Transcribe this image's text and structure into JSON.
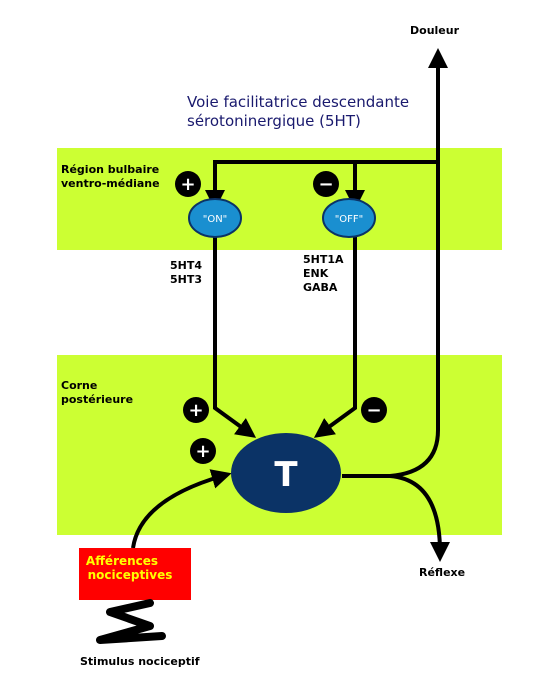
{
  "colors": {
    "band": "#ccff33",
    "cell": "#1a8fd0",
    "t_neuron": "#0b3366",
    "afferent_box": "#ff0000",
    "afferent_text": "#ffff00",
    "line": "#000000"
  },
  "labels": {
    "douleur": "Douleur",
    "title_line1": "Voie facilitatrice descendante",
    "title_line2": "sérotoninergique (5HT)",
    "region_line1": "Région bulbaire",
    "region_line2": "ventro-médiane",
    "corne_line1": "Corne",
    "corne_line2": "postérieure",
    "on_cell": "\"ON\"",
    "off_cell": "\"OFF\"",
    "on_transmitters": [
      "5HT4",
      "5HT3"
    ],
    "off_transmitters": [
      "5HT1A",
      "ENK",
      "GABA"
    ],
    "t_neuron": "T",
    "afferent_line1": "Afférences",
    "afferent_line2": "nociceptives",
    "reflexe": "Réflexe",
    "stimulus": "Stimulus nociceptif"
  },
  "signs": {
    "on_top": "+",
    "off_top": "−",
    "on_synapse": "+",
    "afferent_synapse": "+",
    "off_synapse": "−"
  }
}
